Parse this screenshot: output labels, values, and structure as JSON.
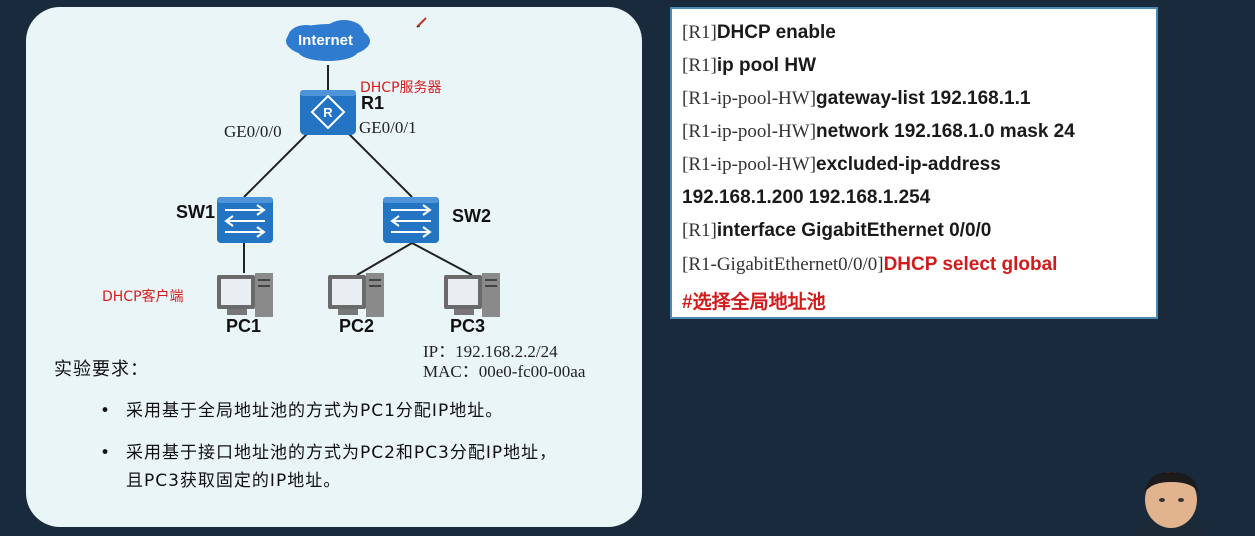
{
  "diagram": {
    "internet_label": "Internet",
    "server_label": "DHCP服务器",
    "r1_label": "R1",
    "r1_port_left": "GE0/0/0",
    "r1_port_right": "GE0/0/1",
    "sw1_label": "SW1",
    "sw2_label": "SW2",
    "client_label": "DHCP客户端",
    "pc1_label": "PC1",
    "pc2_label": "PC2",
    "pc3_label": "PC3",
    "pc3_ip": "IP：192.168.2.2/24",
    "pc3_mac": "MAC：00e0-fc00-00aa"
  },
  "requirements": {
    "title": "实验要求：",
    "items": [
      {
        "bullet": "•",
        "line1": "采用基于全局地址池的方式为PC1分配IP地址。",
        "line2": ""
      },
      {
        "bullet": "•",
        "line1": "采用基于接口地址池的方式为PC2和PC3分配IP地址，",
        "line2": "且PC3获取固定的IP地址。"
      }
    ]
  },
  "commands": [
    {
      "prompt": "[R1]",
      "cmd": "DHCP enable",
      "red": ""
    },
    {
      "prompt": "[R1]",
      "cmd": "ip pool HW",
      "red": ""
    },
    {
      "prompt": "[R1-ip-pool-HW]",
      "cmd": "gateway-list 192.168.1.1",
      "red": ""
    },
    {
      "prompt": "[R1-ip-pool-HW]",
      "cmd": "network 192.168.1.0 mask 24",
      "red": ""
    },
    {
      "prompt": "[R1-ip-pool-HW]",
      "cmd": "excluded-ip-address",
      "red": ""
    },
    {
      "prompt": "",
      "cmd": "192.168.1.200 192.168.1.254",
      "red": ""
    },
    {
      "prompt": "[R1]",
      "cmd": "interface GigabitEthernet 0/0/0",
      "red": ""
    },
    {
      "prompt": "[R1-GigabitEthernet0/0/0]",
      "cmd": "",
      "red": "DHCP select global"
    },
    {
      "prompt": "",
      "cmd": "",
      "red": "#选择全局地址池"
    }
  ],
  "colors": {
    "background": "#182a3c",
    "panel": "#eaf5f8",
    "device_blue": "#2374c2",
    "accent_red": "#d81c1c",
    "frame_blue": "#4a8ab8"
  }
}
